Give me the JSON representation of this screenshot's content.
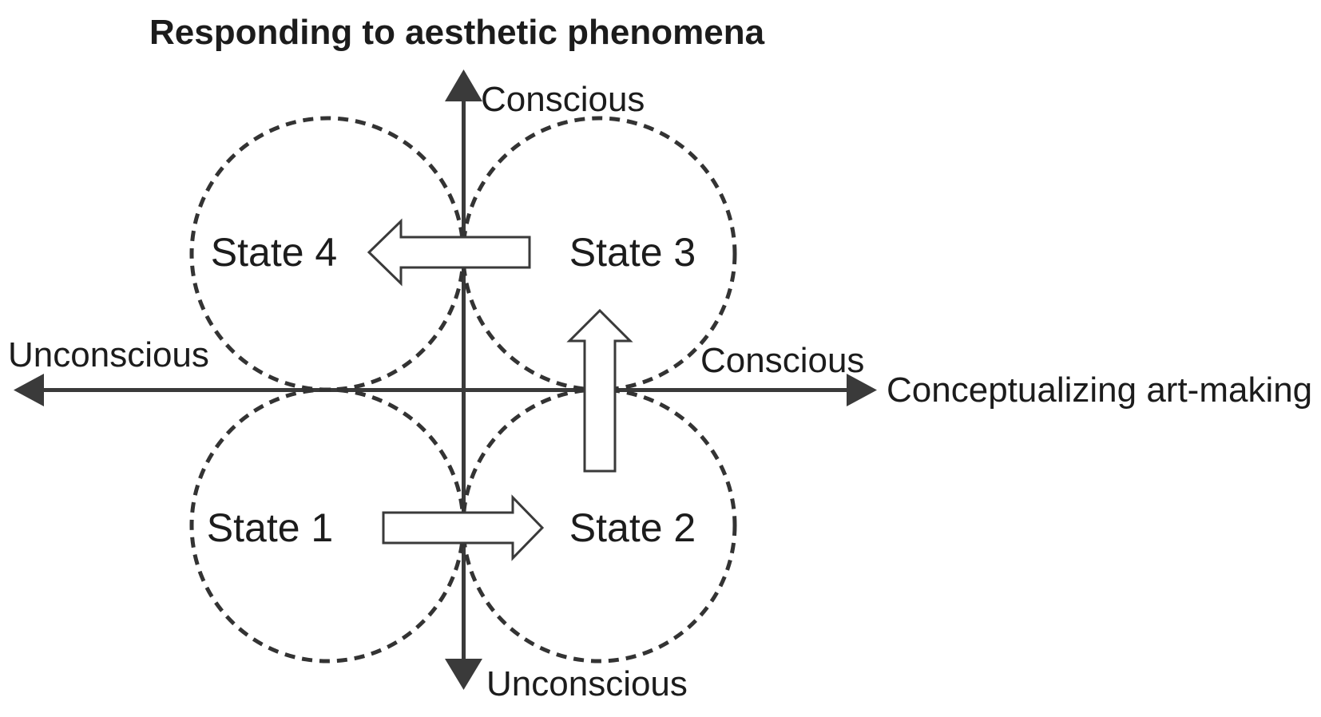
{
  "diagram": {
    "title": "Responding to aesthetic phenomena",
    "axes": {
      "vertical": {
        "top_label": "Conscious",
        "bottom_label": "Unconscious"
      },
      "horizontal": {
        "left_label": "Unconscious",
        "right_label": "Conscious",
        "title": "Conceptualizing art-making"
      }
    },
    "states": [
      {
        "label": "State 1",
        "position": "bottom-left"
      },
      {
        "label": "State 2",
        "position": "bottom-right"
      },
      {
        "label": "State 3",
        "position": "top-right"
      },
      {
        "label": "State 4",
        "position": "top-left"
      }
    ],
    "transitions": [
      {
        "from": "State 1",
        "to": "State 2",
        "direction": "right"
      },
      {
        "from": "State 2",
        "to": "State 3",
        "direction": "up"
      },
      {
        "from": "State 3",
        "to": "State 4",
        "direction": "left"
      }
    ],
    "colors": {
      "line": "#3a3a3a",
      "text": "#1c1c1c",
      "circle": "#333333",
      "arrow_fill": "#ffffff"
    }
  }
}
